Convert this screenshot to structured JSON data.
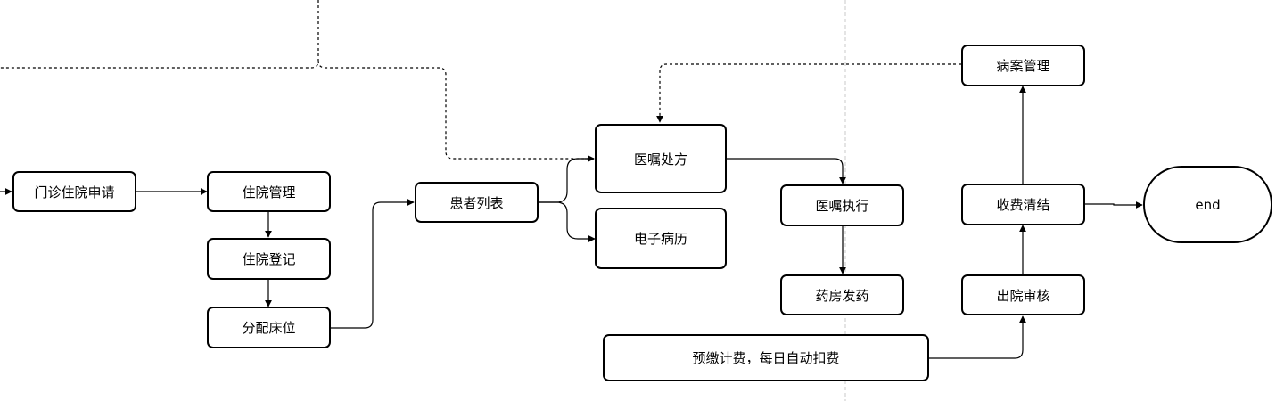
{
  "nodes": {
    "outpatient_application": "门诊住院申请",
    "inpatient_management": "住院管理",
    "inpatient_registration": "住院登记",
    "bed_assignment": "分配床位",
    "patient_list": "患者列表",
    "medical_order_prescription": "医嘱处方",
    "electronic_medical_record": "电子病历",
    "order_execution": "医嘱执行",
    "pharmacy_dispensing": "药房发药",
    "prepayment_billing": "预缴计费，每日自动扣费",
    "medical_record_management": "病案管理",
    "fee_settlement": "收费清结",
    "discharge_review": "出院审核",
    "end": "end"
  },
  "colors": {
    "stroke": "#000000",
    "fill": "#ffffff",
    "divider": "#c8c8c8"
  }
}
